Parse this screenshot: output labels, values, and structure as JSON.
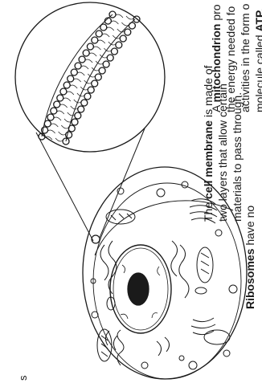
{
  "labels": {
    "membrane": {
      "line1_bold": "cell membrane",
      "line1_pre": "The ",
      "line1_post": " is made of",
      "line2": "two layers that allow certain",
      "line3": "materials to pass through."
    },
    "mitochondrion": {
      "line1_pre": "A ",
      "line1_bold": "mitochondrion",
      "line1_post": " pro",
      "line2": "the energy needed fo",
      "line3": "activities in the form o",
      "line4_pre": "molecule called ",
      "line4_bold": "ATP."
    },
    "ribosomes": {
      "bold": "Ribosomes",
      "post": " have no"
    },
    "edge_fragment": "s"
  },
  "colors": {
    "ink": "#1a1a1a",
    "paper": "#ffffff"
  }
}
